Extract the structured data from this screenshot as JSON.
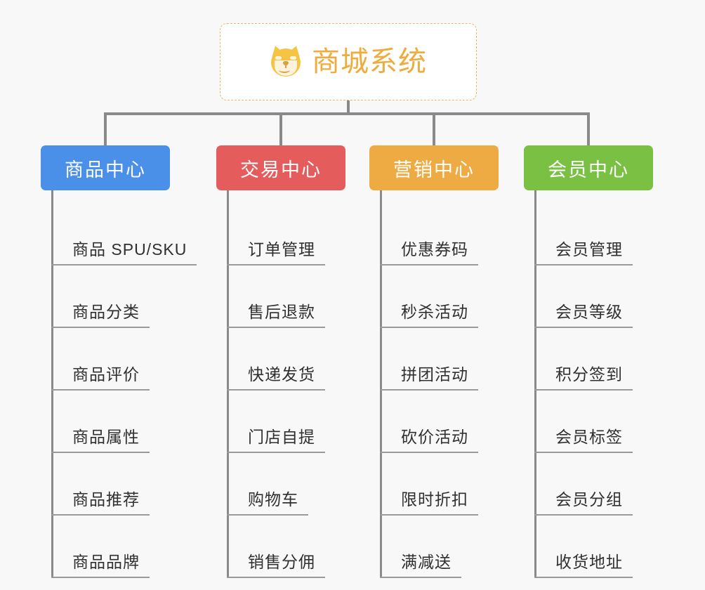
{
  "page": {
    "background_color": "#f8f8f8",
    "type": "mind-map",
    "title": "商城系统"
  },
  "root": {
    "label": "商城系统",
    "icon": "shiba-inu-dog-face-emoji",
    "text_color": "#f0ab3d",
    "border_color": "#e8b964",
    "background_color": "#ffffff",
    "border_style": "dashed"
  },
  "connector": {
    "color": "#8a8a8a"
  },
  "branches": [
    {
      "id": "product-center",
      "label": "商品中心",
      "color": "#4a90e8",
      "items": [
        "商品 SPU/SKU",
        "商品分类",
        "商品评价",
        "商品属性",
        "商品推荐",
        "商品品牌"
      ]
    },
    {
      "id": "trade-center",
      "label": "交易中心",
      "color": "#e45c5c",
      "items": [
        "订单管理",
        "售后退款",
        "快递发货",
        "门店自提",
        "购物车",
        "销售分佣"
      ]
    },
    {
      "id": "marketing-center",
      "label": "营销中心",
      "color": "#eeab43",
      "items": [
        "优惠券码",
        "秒杀活动",
        "拼团活动",
        "砍价活动",
        "限时折扣",
        "满减送"
      ]
    },
    {
      "id": "member-center",
      "label": "会员中心",
      "color": "#7ac143",
      "items": [
        "会员管理",
        "会员等级",
        "积分签到",
        "会员标签",
        "会员分组",
        "收货地址"
      ]
    }
  ]
}
